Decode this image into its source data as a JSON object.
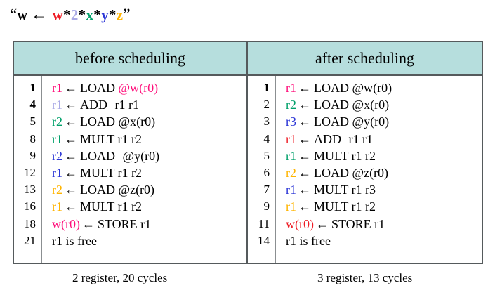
{
  "title": {
    "open_quote": "“",
    "target": "w",
    "assign_arrow": "←",
    "tokens": [
      {
        "text": "w",
        "color": "#ee1c25"
      },
      {
        "text": "*",
        "color": "#000000"
      },
      {
        "text": "2",
        "color": "#aaaae6"
      },
      {
        "text": "*",
        "color": "#000000"
      },
      {
        "text": "x",
        "color": "#00a06a"
      },
      {
        "text": "*",
        "color": "#000000"
      },
      {
        "text": "y",
        "color": "#2b35d6"
      },
      {
        "text": "*",
        "color": "#000000"
      },
      {
        "text": "z",
        "color": "#ffb400"
      }
    ],
    "close_quote": "”"
  },
  "table": {
    "headers": [
      "before scheduling",
      "after scheduling"
    ],
    "header_bg": "#b6dedd",
    "border_color": "#555a5c",
    "arrow": "←",
    "panels": [
      {
        "name": "before-scheduling",
        "rows": [
          {
            "lineno": "1",
            "bold": true,
            "dest": "r1",
            "dest_color": "#ff0f7b",
            "op": "LOAD",
            "args": "@w(r0)",
            "args_color": "#ff0f7b",
            "gap": false
          },
          {
            "lineno": "4",
            "bold": true,
            "dest": "r1",
            "dest_color": "#aaaae6",
            "op": "ADD",
            "args": "r1 r1",
            "args_color": "#000000",
            "gap": true
          },
          {
            "lineno": "5",
            "bold": false,
            "dest": "r2",
            "dest_color": "#00a06a",
            "op": "LOAD",
            "args": "@x(r0)",
            "args_color": "#000000",
            "gap": false
          },
          {
            "lineno": "8",
            "bold": false,
            "dest": "r1",
            "dest_color": "#00a06a",
            "op": "MULT",
            "args": "r1 r2",
            "args_color": "#000000",
            "gap": false
          },
          {
            "lineno": "9",
            "bold": false,
            "dest": "r2",
            "dest_color": "#2b35d6",
            "op": "LOAD",
            "args": "@y(r0)",
            "args_color": "#000000",
            "gap": true
          },
          {
            "lineno": "12",
            "bold": false,
            "dest": "r1",
            "dest_color": "#2b35d6",
            "op": "MULT",
            "args": "r1 r2",
            "args_color": "#000000",
            "gap": false
          },
          {
            "lineno": "13",
            "bold": false,
            "dest": "r2",
            "dest_color": "#ffb400",
            "op": "LOAD",
            "args": "@z(r0)",
            "args_color": "#000000",
            "gap": false
          },
          {
            "lineno": "16",
            "bold": false,
            "dest": "r1",
            "dest_color": "#ffb400",
            "op": "MULT",
            "args": "r1 r2",
            "args_color": "#000000",
            "gap": false
          },
          {
            "lineno": "18",
            "bold": false,
            "dest": "w(r0)",
            "dest_color": "#ff0f7b",
            "op": "STORE",
            "args": "r1",
            "args_color": "#000000",
            "gap": false
          },
          {
            "lineno": "21",
            "bold": false,
            "plain": "r1 is free"
          }
        ],
        "caption": "2 register, 20 cycles"
      },
      {
        "name": "after-scheduling",
        "rows": [
          {
            "lineno": "1",
            "bold": true,
            "dest": "r1",
            "dest_color": "#ff0f7b",
            "op": "LOAD",
            "args": "@w(r0)",
            "args_color": "#000000",
            "gap": false
          },
          {
            "lineno": "2",
            "bold": false,
            "dest": "r2",
            "dest_color": "#00a06a",
            "op": "LOAD",
            "args": "@x(r0)",
            "args_color": "#000000",
            "gap": false
          },
          {
            "lineno": "3",
            "bold": false,
            "dest": "r3",
            "dest_color": "#2b35d6",
            "op": "LOAD",
            "args": "@y(r0)",
            "args_color": "#000000",
            "gap": false
          },
          {
            "lineno": "4",
            "bold": true,
            "dest": "r1",
            "dest_color": "#ee1c25",
            "op": "ADD",
            "args": "r1 r1",
            "args_color": "#000000",
            "gap": true
          },
          {
            "lineno": "5",
            "bold": false,
            "dest": "r1",
            "dest_color": "#00a06a",
            "op": "MULT",
            "args": "r1 r2",
            "args_color": "#000000",
            "gap": false
          },
          {
            "lineno": "6",
            "bold": false,
            "dest": "r2",
            "dest_color": "#ffb400",
            "op": "LOAD",
            "args": "@z(r0)",
            "args_color": "#000000",
            "gap": false
          },
          {
            "lineno": "7",
            "bold": false,
            "dest": "r1",
            "dest_color": "#2b35d6",
            "op": "MULT",
            "args": "r1 r3",
            "args_color": "#000000",
            "gap": false
          },
          {
            "lineno": "9",
            "bold": false,
            "dest": "r1",
            "dest_color": "#ffb400",
            "op": "MULT",
            "args": "r1 r2",
            "args_color": "#000000",
            "gap": false
          },
          {
            "lineno": "11",
            "bold": false,
            "dest": "w(r0)",
            "dest_color": "#ee1c25",
            "op": "STORE",
            "args": "r1",
            "args_color": "#000000",
            "gap": false
          },
          {
            "lineno": "14",
            "bold": false,
            "plain": "r1 is free"
          }
        ],
        "caption": "3 register, 13 cycles"
      }
    ]
  }
}
